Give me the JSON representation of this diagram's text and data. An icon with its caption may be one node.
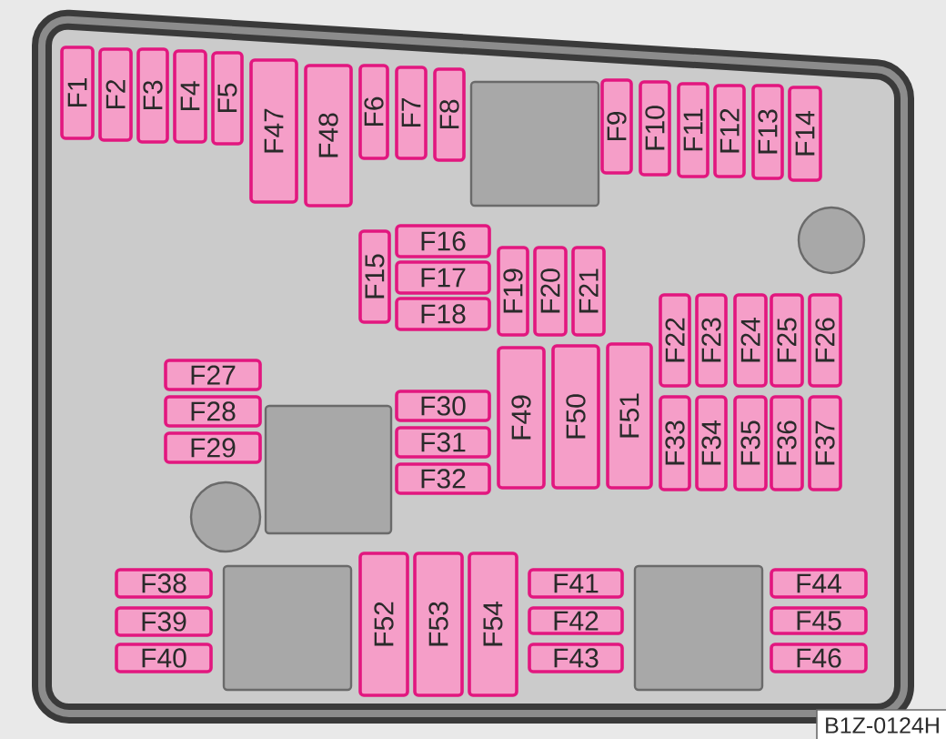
{
  "diagram": {
    "nodes": [
      {
        "text": [
          "F1"
        ]
      },
      {
        "text": [
          "F2"
        ]
      },
      {
        "text": [
          "F3"
        ]
      },
      {
        "text": [
          "F4"
        ]
      },
      {
        "text": [
          "F5"
        ]
      },
      {
        "text": [
          "F47"
        ]
      },
      {
        "text": [
          "F48"
        ]
      },
      {
        "text": [
          "F6"
        ]
      },
      {
        "text": [
          "F7"
        ]
      },
      {
        "text": [
          "F8"
        ]
      },
      {
        "text": [
          "F9"
        ]
      },
      {
        "text": [
          "F10"
        ]
      },
      {
        "text": [
          "F11"
        ]
      },
      {
        "text": [
          "F12"
        ]
      },
      {
        "text": [
          "F13"
        ]
      },
      {
        "text": [
          "F14"
        ]
      },
      {
        "text": [
          "F15"
        ]
      },
      {
        "text": [
          "F16"
        ]
      },
      {
        "text": [
          "F17"
        ]
      },
      {
        "text": [
          "F18"
        ]
      },
      {
        "text": [
          "F19"
        ]
      },
      {
        "text": [
          "F20"
        ]
      },
      {
        "text": [
          "F21"
        ]
      },
      {
        "text": [
          "F22"
        ]
      },
      {
        "text": [
          "F23"
        ]
      },
      {
        "text": [
          "F24"
        ]
      },
      {
        "text": [
          "F25"
        ]
      },
      {
        "text": [
          "F26"
        ]
      },
      {
        "text": [
          "F27"
        ]
      },
      {
        "text": [
          "F28"
        ]
      },
      {
        "text": [
          "F29"
        ]
      },
      {
        "text": [
          "F30"
        ]
      },
      {
        "text": [
          "F31"
        ]
      },
      {
        "text": [
          "F32"
        ]
      },
      {
        "text": [
          "F49"
        ]
      },
      {
        "text": [
          "F50"
        ]
      },
      {
        "text": [
          "F51"
        ]
      },
      {
        "text": [
          "F33"
        ]
      },
      {
        "text": [
          "F34"
        ]
      },
      {
        "text": [
          "F35"
        ]
      },
      {
        "text": [
          "F36"
        ]
      },
      {
        "text": [
          "F37"
        ]
      },
      {
        "text": [
          "F38"
        ]
      },
      {
        "text": [
          "F39"
        ]
      },
      {
        "text": [
          "F40"
        ]
      },
      {
        "text": [
          "F52"
        ]
      },
      {
        "text": [
          "F53"
        ]
      },
      {
        "text": [
          "F54"
        ]
      },
      {
        "text": [
          "F41"
        ]
      },
      {
        "text": [
          "F42"
        ]
      },
      {
        "text": [
          "F43"
        ]
      },
      {
        "text": [
          "F44"
        ]
      },
      {
        "text": [
          "F45"
        ]
      },
      {
        "text": [
          "F46"
        ]
      }
    ],
    "labels": [
      "B1Z-0124H"
    ]
  }
}
